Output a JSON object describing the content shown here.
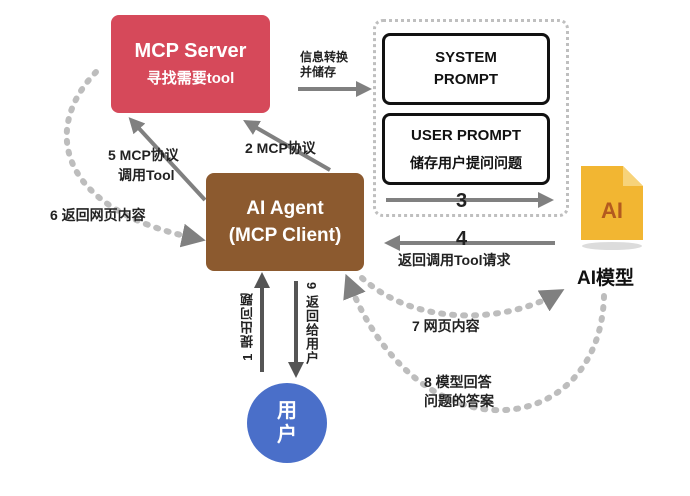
{
  "mcp_server": {
    "title": "MCP Server",
    "subtitle": "寻找需要tool"
  },
  "agent": {
    "line1": "AI Agent",
    "line2": "(MCP Client)"
  },
  "system_prompt": {
    "line1": "SYSTEM",
    "line2": "PROMPT"
  },
  "user_prompt": {
    "line1": "USER PROMPT",
    "line2": "储存用户提问问题"
  },
  "user": {
    "line1": "用",
    "line2": "户"
  },
  "ai_model": {
    "caption": "AI模型",
    "icon_label": "AI",
    "icon": "file-icon"
  },
  "labels": {
    "info_transform_1": "信息转换",
    "info_transform_2": "并储存",
    "step2": "2 MCP协议",
    "step5_1": "5 MCP协议",
    "step5_2": "调用Tool",
    "step6": "6 返回网页内容",
    "step3": "3",
    "step4": "4",
    "step4_text": "返回调用Tool请求",
    "step1": "1 提出问题",
    "step9": "9 返回给用户",
    "step7": "7 网页内容",
    "step8_1": "8 模型回答",
    "step8_2": "问题的答案"
  },
  "colors": {
    "mcp_server": "#d6495a",
    "agent": "#8c5a2f",
    "user": "#4a6fc9",
    "ai_icon": "#f2b632",
    "arrow": "#808080"
  }
}
